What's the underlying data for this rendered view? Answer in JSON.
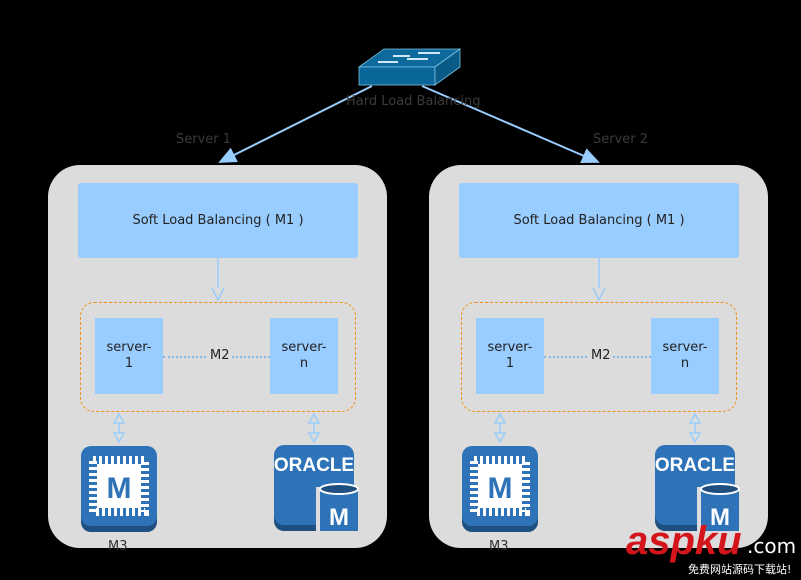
{
  "hard_lb": {
    "label": "Hard Load Balancing",
    "icon": "network-switch-icon"
  },
  "panels": [
    {
      "server_label": "Server 1",
      "soft_lb": "Soft Load Balancing ( M1 )",
      "server_first": "server-\n1",
      "server_last": "server-\nn",
      "cluster_label": "M2",
      "cache_label": "M3",
      "cache_icon": "memcache-chip-icon",
      "db_label": "ORACLE",
      "db_icon_letter": "M",
      "cache_icon_letter": "M"
    },
    {
      "server_label": "Server 2",
      "soft_lb": "Soft Load Balancing ( M1 )",
      "server_first": "server-\n1",
      "server_last": "server-\nn",
      "cluster_label": "M2",
      "cache_label": "M3",
      "cache_icon": "memcache-chip-icon",
      "db_label": "ORACLE",
      "db_icon_letter": "M",
      "cache_icon_letter": "M"
    }
  ],
  "watermark": {
    "brand": "aspku",
    "suffix": ".com",
    "tagline": "免费网站源码下载站!"
  },
  "colors": {
    "panel": "#dcdcdc",
    "box": "#99ccff",
    "dash": "#f0901c",
    "icon": "#2e73b8",
    "arrow": "#99ccff"
  }
}
